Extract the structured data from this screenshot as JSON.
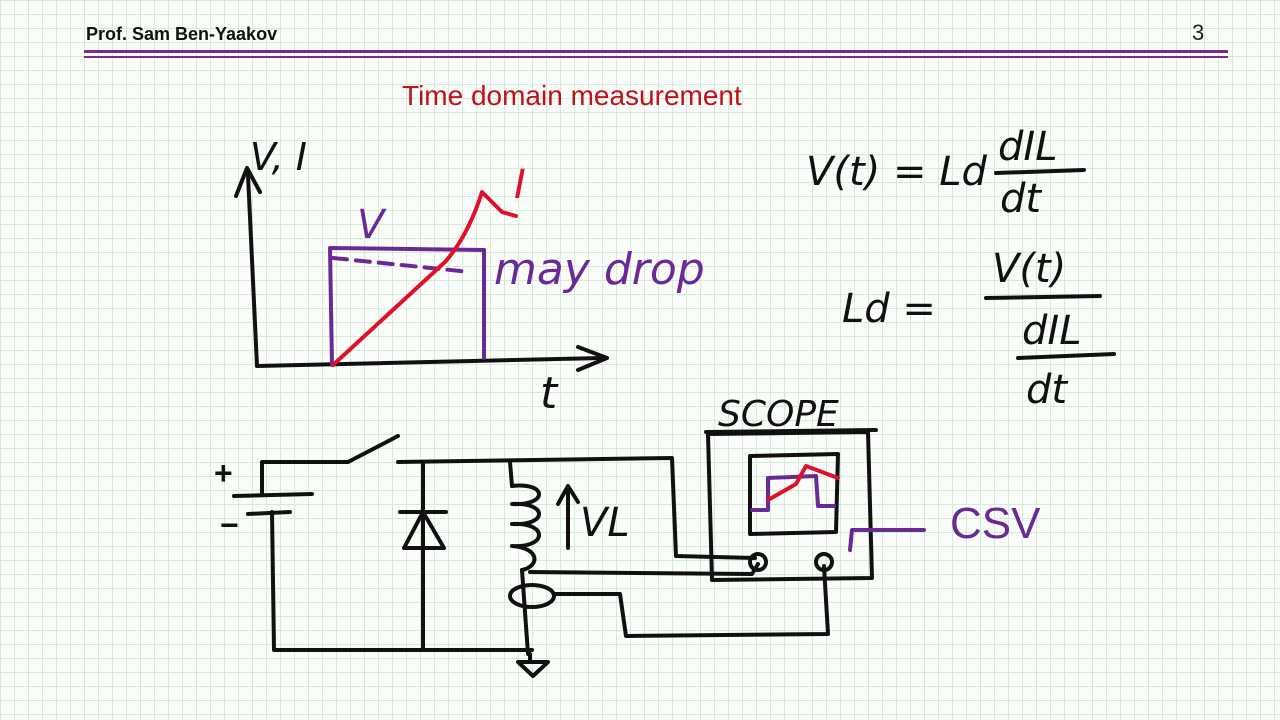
{
  "header": {
    "author": "Prof. Sam Ben-Yaakov",
    "page_number": "3"
  },
  "title": "Time  domain measurement",
  "graph": {
    "y_axis_label": "V, I",
    "x_axis_label": "t",
    "voltage_label": "V",
    "current_label": "I",
    "note": "may drop"
  },
  "equations": {
    "eq1_lhs": "V(t) = Ld",
    "eq1_num": "dIL",
    "eq1_den": "dt",
    "eq2_lhs": "Ld =",
    "eq2_num": "V(t)",
    "eq2_mid": "dIL",
    "eq2_den": "dt"
  },
  "circuit": {
    "battery_plus": "+",
    "battery_minus": "−",
    "inductor_voltage_label": "VL",
    "scope_label": "SCOPE",
    "output_label": "CSV"
  },
  "colors": {
    "title": "#c0101a",
    "voltage_ink": "#6a2a96",
    "current_ink": "#e0102a",
    "header_rule": "#7a2a8a"
  }
}
